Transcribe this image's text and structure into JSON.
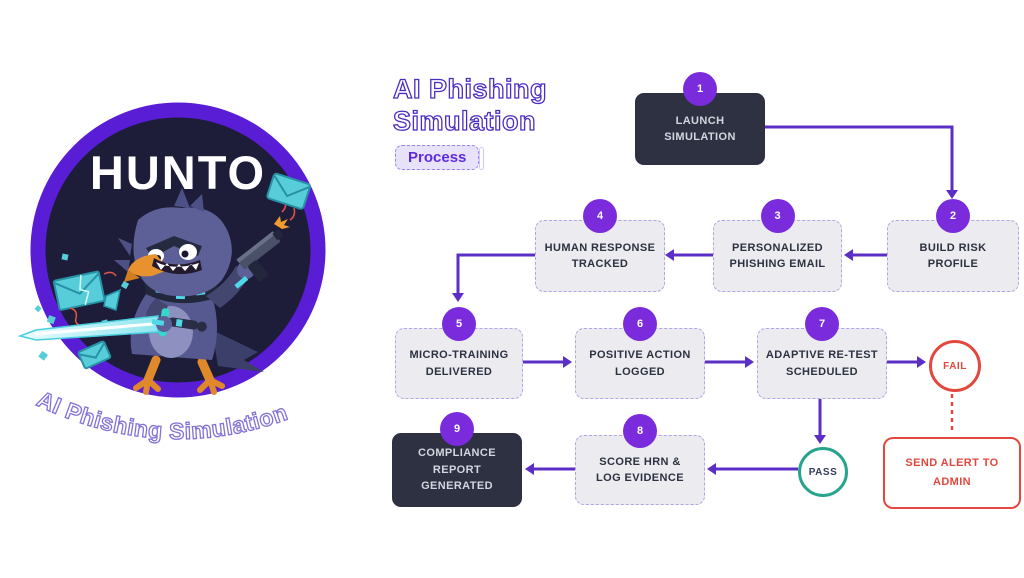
{
  "page": {
    "background": "#ffffff"
  },
  "logo": {
    "brand": "HUNTO",
    "caption": "AI Phishing Simulation",
    "colors": {
      "ring": "#5a1dd6",
      "badge_bg": "#1d1d3a",
      "bird": "#5d6097",
      "beak": "#e8912f",
      "envelope": "#56cdd8",
      "blade": "#bef3f6"
    }
  },
  "header": {
    "title": "AI Phishing\nSimulation",
    "badge_label": "Process"
  },
  "flow": {
    "colors": {
      "connector": "#5b2ec6",
      "step_badge": "#7a2bdc",
      "dark_box_bg": "#2d3142",
      "dark_box_text": "#d3d6e0",
      "light_box_bg": "#ebebf0",
      "light_box_text": "#2d3240",
      "fail": "#e2483d",
      "pass": "#28a38c"
    },
    "steps": [
      {
        "num": "1",
        "label": "LAUNCH\nSIMULATION",
        "variant": "dark"
      },
      {
        "num": "2",
        "label": "BUILD RISK\nPROFILE",
        "variant": "light"
      },
      {
        "num": "3",
        "label": "PERSONALIZED\nPHISHING EMAIL",
        "variant": "light"
      },
      {
        "num": "4",
        "label": "HUMAN RESPONSE\nTRACKED",
        "variant": "light"
      },
      {
        "num": "5",
        "label": "MICRO-TRAINING\nDELIVERED",
        "variant": "light"
      },
      {
        "num": "6",
        "label": "POSITIVE ACTION\nLOGGED",
        "variant": "light"
      },
      {
        "num": "7",
        "label": "ADAPTIVE RE-TEST\nSCHEDULED",
        "variant": "light"
      },
      {
        "num": "8",
        "label": "SCORE HRN &\nLOG EVIDENCE",
        "variant": "light"
      },
      {
        "num": "9",
        "label": "COMPLIANCE\nREPORT\nGENERATED",
        "variant": "dark"
      }
    ],
    "outcomes": {
      "fail_label": "FAIL",
      "pass_label": "PASS",
      "alert_label": "SEND ALERT TO\nADMIN"
    }
  }
}
